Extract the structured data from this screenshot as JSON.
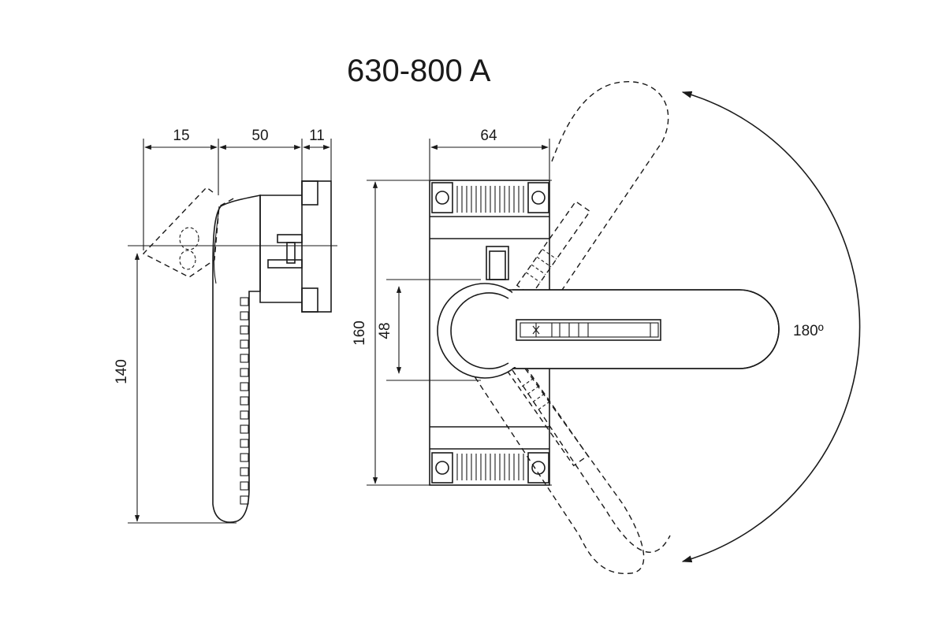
{
  "title": "630-800 A",
  "dimensions": {
    "d15": "15",
    "d50": "50",
    "d11": "11",
    "d64": "64",
    "d140": "140",
    "d160": "160",
    "d48": "48",
    "angle": "180º"
  }
}
